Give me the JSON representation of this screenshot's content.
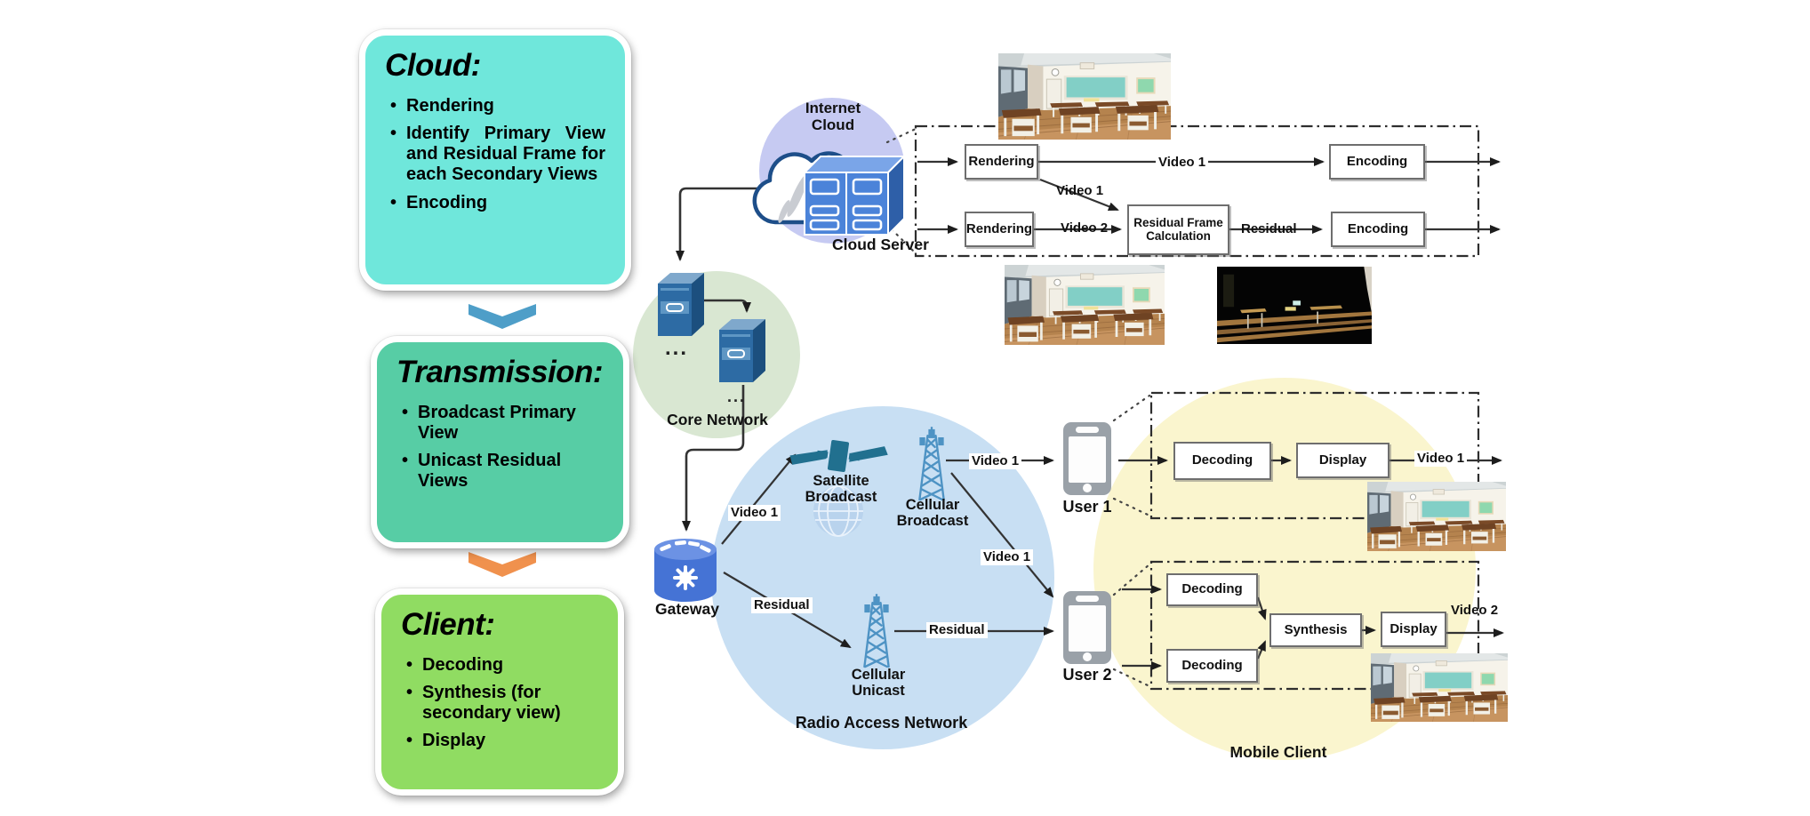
{
  "stages": [
    {
      "title": "Cloud:",
      "bullets": [
        "Rendering",
        "Identify Primary View and Residual Frame for each Secondary Views",
        "Encoding"
      ]
    },
    {
      "title": "Transmission:",
      "bullets": [
        "Broadcast Primary View",
        "Unicast Residual Views"
      ]
    },
    {
      "title": "Client:",
      "bullets": [
        "Decoding",
        "Synthesis (for secondary view)",
        "Display"
      ]
    }
  ],
  "network": {
    "internet_cloud": "Internet Cloud",
    "cloud_server": "Cloud Server",
    "core_network": "Core Network",
    "core_ellipsis": "...",
    "core_ellipsis2": "...",
    "gateway": "Gateway",
    "satellite_broadcast": "Satellite Broadcast",
    "cellular_broadcast": "Cellular Broadcast",
    "cellular_unicast": "Cellular Unicast",
    "radio_access_network": "Radio Access Network",
    "mobile_client": "Mobile Client",
    "user1": "User 1",
    "user2": "User 2"
  },
  "cloud_flow": {
    "rendering_top": "Rendering",
    "rendering_bottom": "Rendering",
    "encoding_top": "Encoding",
    "encoding_bottom": "Encoding",
    "residual_frame_calculation": "Residual Frame Calculation",
    "video1_top": "Video 1",
    "video1_diagonal": "Video 1",
    "video2": "Video 2",
    "residual": "Residual"
  },
  "transmission_links": {
    "gateway_to_satellite": "Video 1",
    "gateway_to_unicast": "Residual",
    "broadcast_to_user1": "Video 1",
    "broadcast_to_user2": "Video 1",
    "unicast_to_user2": "Residual"
  },
  "user1_flow": {
    "decoding": "Decoding",
    "display": "Display",
    "output": "Video 1"
  },
  "user2_flow": {
    "decoding_top": "Decoding",
    "decoding_bottom": "Decoding",
    "synthesis": "Synthesis",
    "display": "Display",
    "output": "Video 2"
  },
  "colors": {
    "cloud_stage": "#6FE7DB",
    "transmission_stage": "#57CDA5",
    "client_stage": "#90DC62",
    "arrow_blue": "#4E9EC8",
    "arrow_orange": "#F0914D",
    "internet_cloud_circle": "#C6CAF2",
    "core_network_circle": "#D9E7D2",
    "radio_access_circle": "#C8DFF3",
    "mobile_client_circle": "#FAF5CE",
    "icon_blue": "#4B83D9",
    "tower_blue": "#4E93C4",
    "satellite_teal": "#21708F"
  }
}
